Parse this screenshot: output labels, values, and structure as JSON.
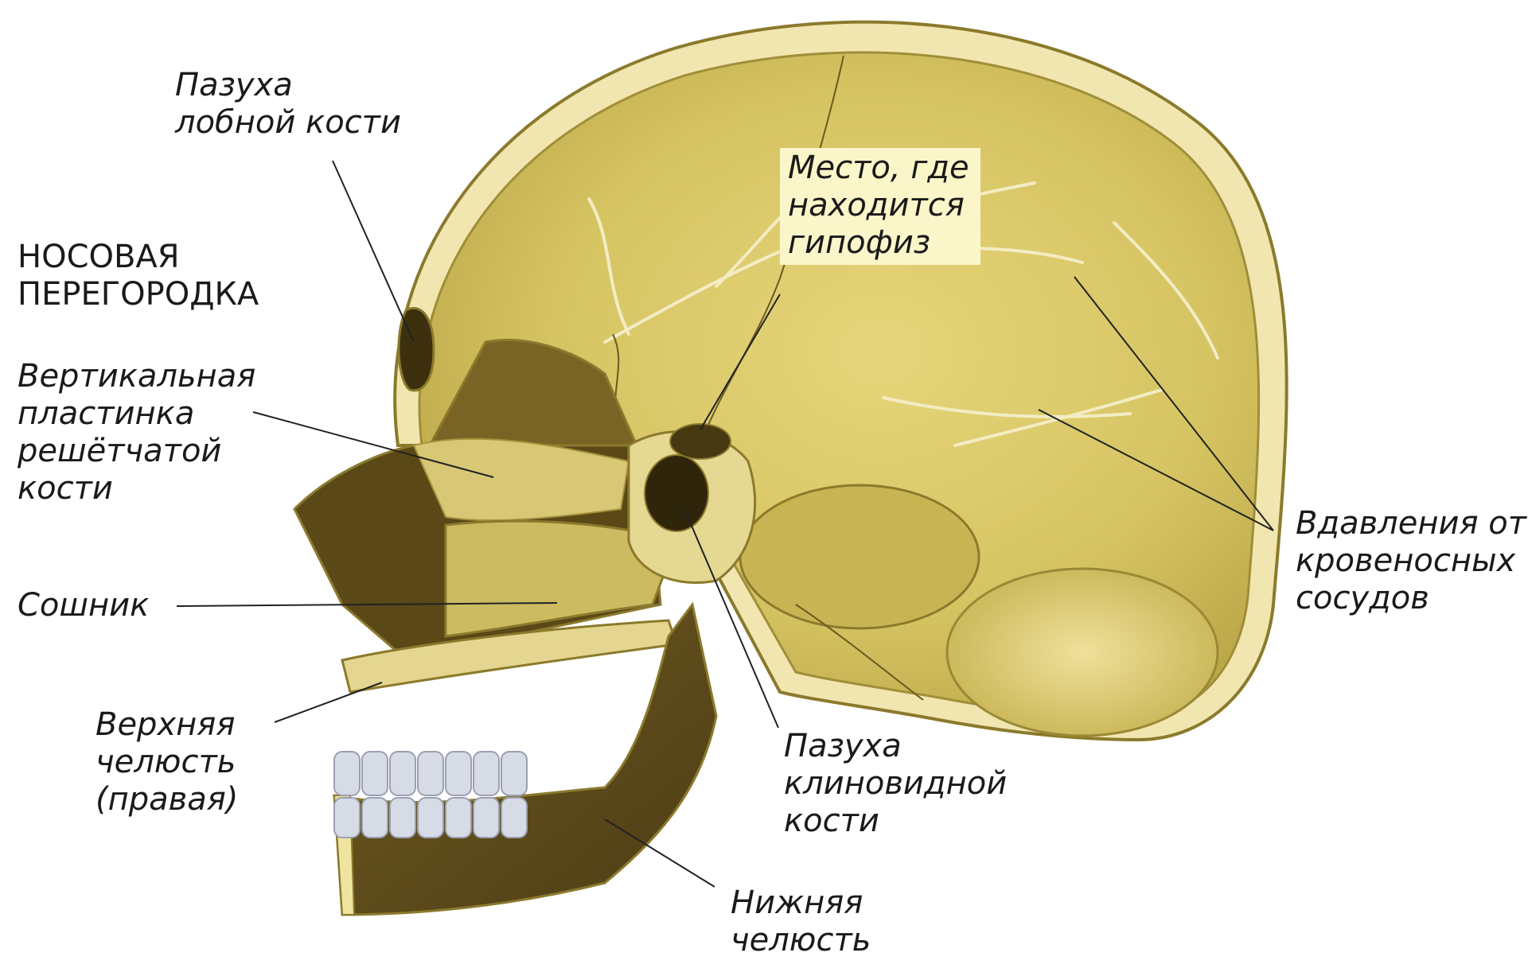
{
  "diagram": {
    "colors": {
      "bone": "#d9cb6c",
      "bone_light": "#efe3a0",
      "bone_dark": "#8b7a2c",
      "cavity_dark": "#4a3a14",
      "teeth": "#d7dbe6",
      "leader": "#222222"
    },
    "labels": {
      "frontal_sinus": [
        "Пазуха",
        "лобной кости"
      ],
      "nasal_septum": [
        "НОСОВАЯ",
        "ПЕРЕГОРОДКА"
      ],
      "ethmoid_plate": [
        "Вертикальная",
        "пластинка",
        "решётчатой",
        "кости"
      ],
      "vomer": [
        "Сошник"
      ],
      "maxilla": [
        "Верхняя",
        "челюсть",
        "(правая)"
      ],
      "hypophysis": [
        "Место, где",
        "находится",
        "гипофиз"
      ],
      "vessels": [
        "Вдавления от",
        "кровеносных",
        "сосудов"
      ],
      "sphenoid_sinus": [
        "Пазуха",
        "клиновидной",
        "кости"
      ],
      "mandible": [
        "Нижняя",
        "челюсть"
      ]
    }
  }
}
